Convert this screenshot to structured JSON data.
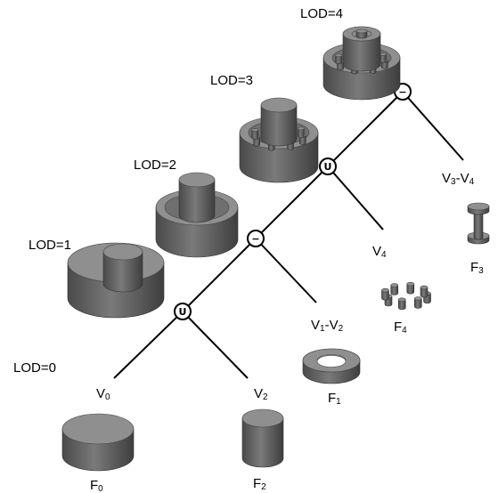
{
  "lod_labels": [
    "LOD=0",
    "LOD=1",
    "LOD=2",
    "LOD=3",
    "LOD=4"
  ],
  "operators": {
    "op1": "U",
    "op2": "−",
    "op3": "U",
    "op4": "−"
  },
  "nodes": {
    "v0": {
      "letter": "V",
      "sub": "0"
    },
    "v2": {
      "letter": "V",
      "sub": "2"
    },
    "v1v2": {
      "letter1": "V",
      "sub1": "1",
      "dash": "-",
      "letter2": "V",
      "sub2": "2"
    },
    "v4": {
      "letter": "V",
      "sub": "4"
    },
    "v3v4": {
      "letter1": "V",
      "sub1": "3",
      "dash": "-",
      "letter2": "V",
      "sub2": "4"
    }
  },
  "features": {
    "f0": {
      "letter": "F",
      "sub": "0"
    },
    "f1": {
      "letter": "F",
      "sub": "1"
    },
    "f2": {
      "letter": "F",
      "sub": "2"
    },
    "f3": {
      "letter": "F",
      "sub": "3"
    },
    "f4": {
      "letter": "F",
      "sub": "4"
    }
  },
  "colors": {
    "solid_top": "#8f8f8f",
    "solid_side": "#5f5f5f",
    "line": "#000000"
  }
}
